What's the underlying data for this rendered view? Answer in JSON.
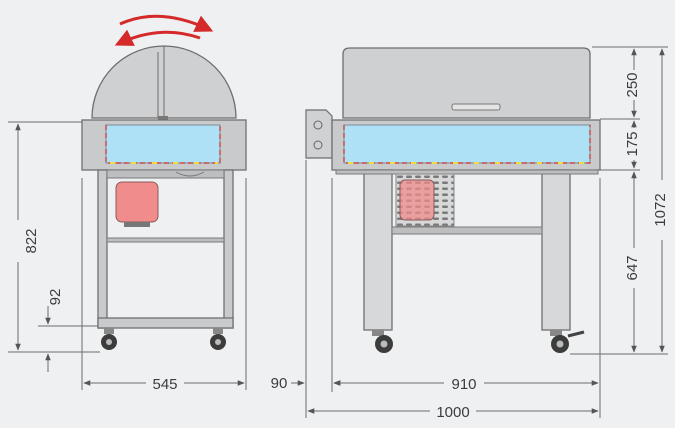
{
  "dimensions": {
    "side_width": "545",
    "side_height": "822",
    "shelf_height": "92",
    "front_offset": "90",
    "front_width": "910",
    "front_total_width": "1000",
    "hood_height": "250",
    "tub_height": "175",
    "stand_height": "647",
    "total_height": "1072"
  },
  "colors": {
    "steel": "#c9cacb",
    "tub_water": "#aee1f6",
    "accent_red": "#d52a2a",
    "heating_dash": "#f1de3a",
    "compressor": "#f08c8c"
  }
}
